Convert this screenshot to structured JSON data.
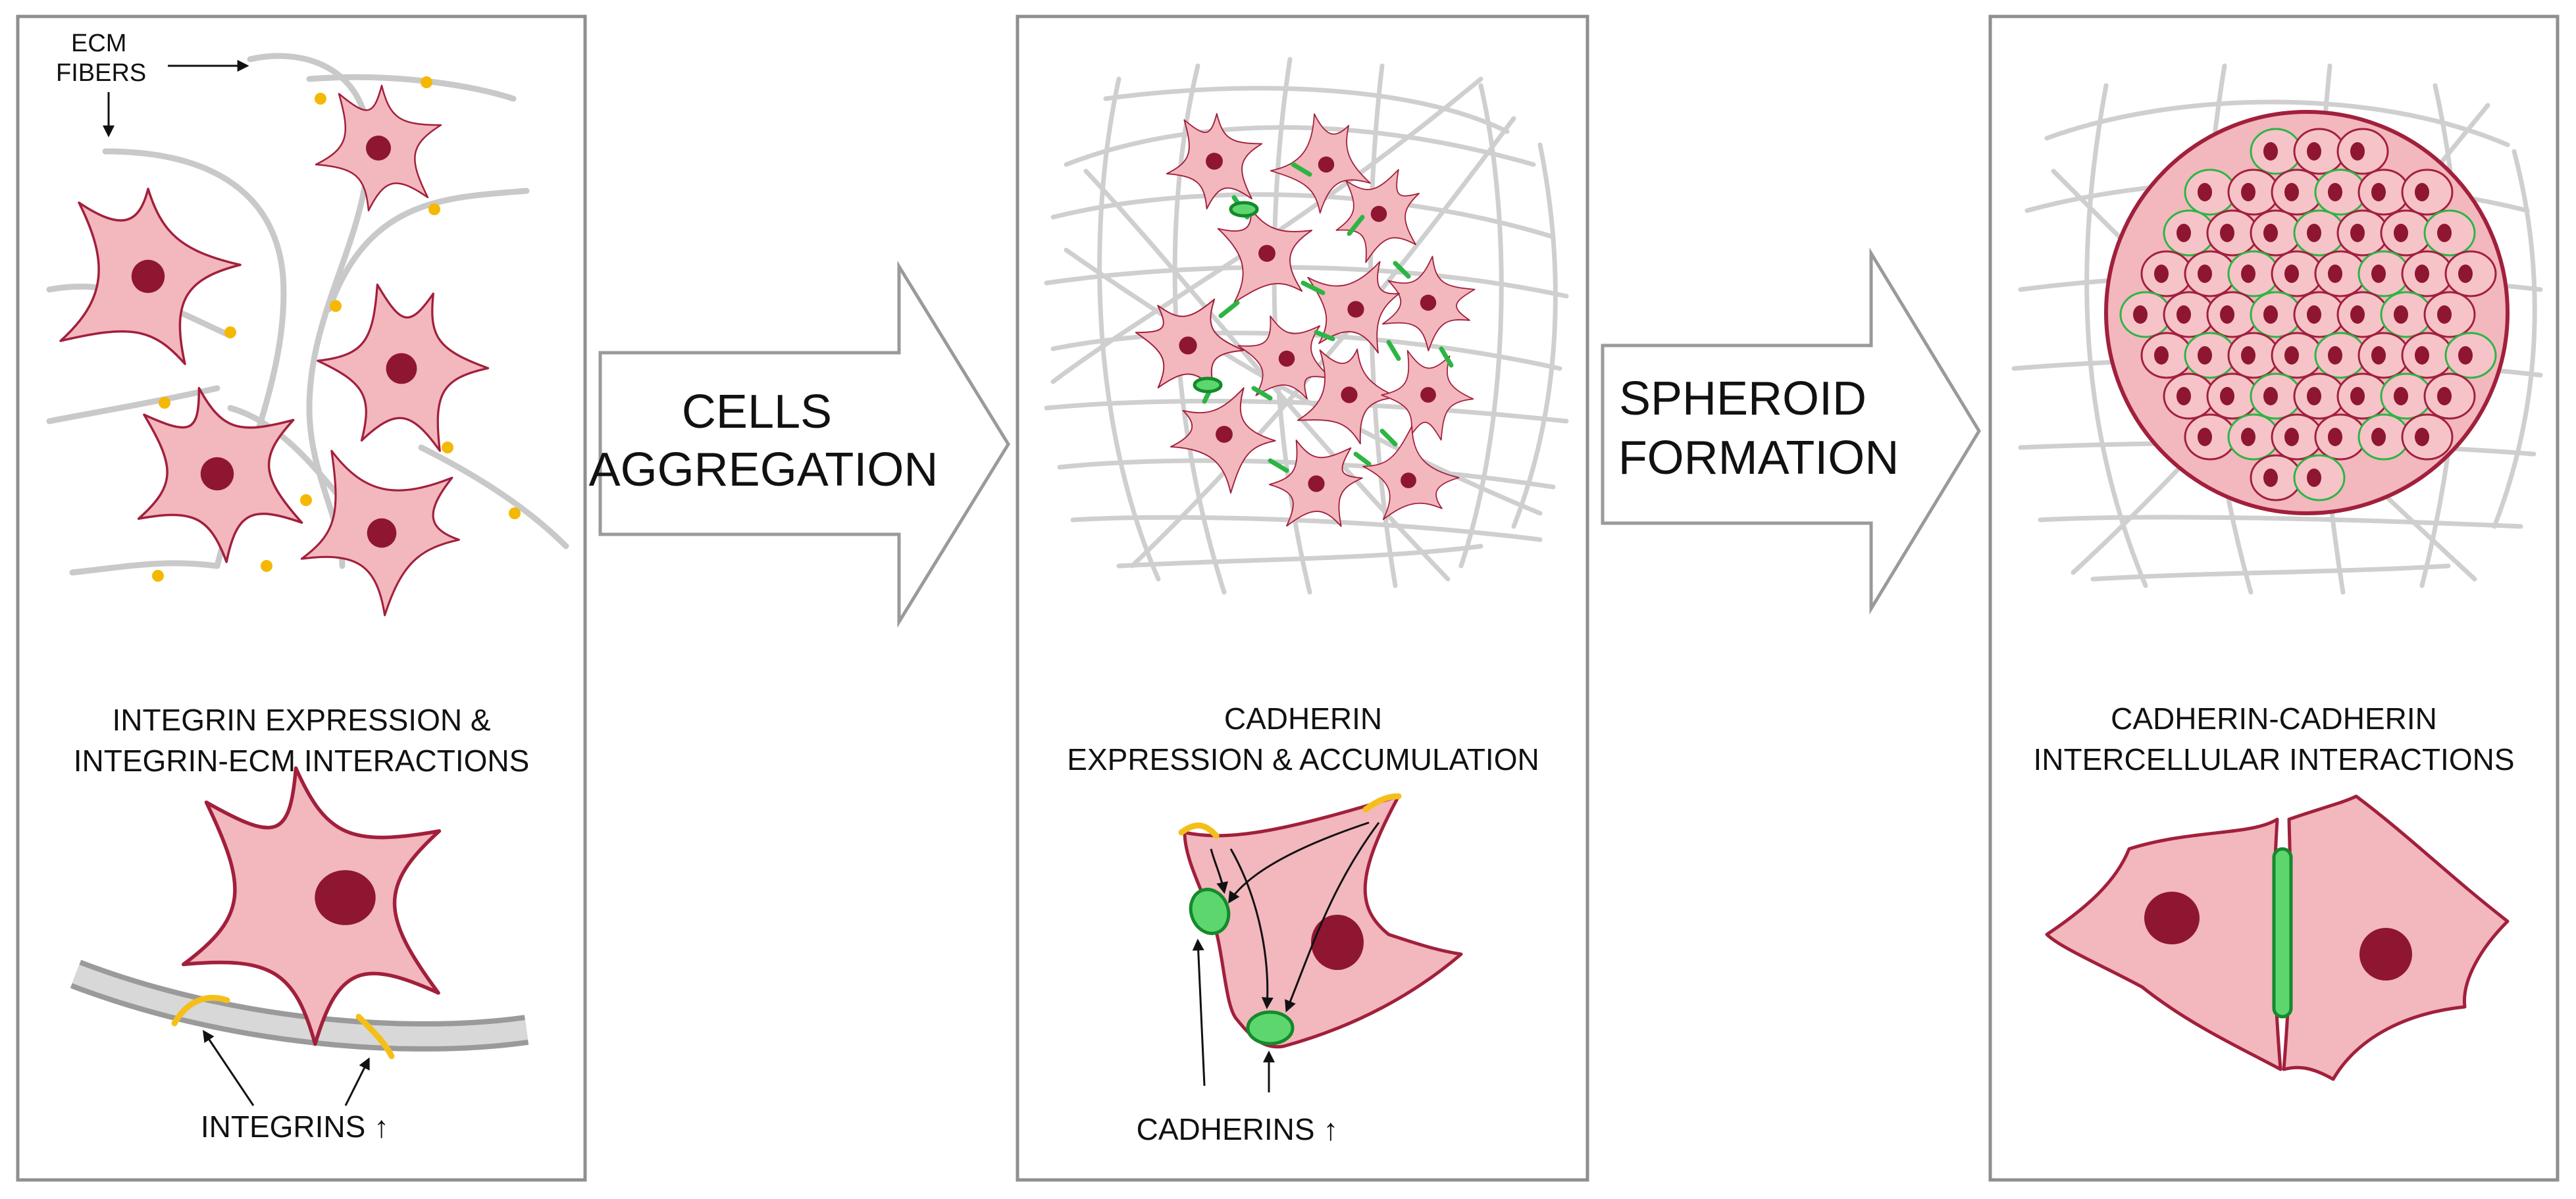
{
  "panel1": {
    "ecm_label_line1": "ECM",
    "ecm_label_line2": "FIBERS",
    "caption_line1": "INTEGRIN EXPRESSION &",
    "caption_line2": "INTEGRIN-ECM INTERACTIONS",
    "integrins_label": "INTEGRINS ↑"
  },
  "arrow1": {
    "line1": "CELLS",
    "line2": "AGGREGATION"
  },
  "panel2": {
    "caption_line1": "CADHERIN",
    "caption_line2": "EXPRESSION & ACCUMULATION",
    "cadherins_label": "CADHERINS ↑"
  },
  "arrow2": {
    "line1": "SPHEROID",
    "line2": "FORMATION"
  },
  "panel3": {
    "caption_line1": "CADHERIN-CADHERIN",
    "caption_line2": "INTERCELLULAR INTERACTIONS"
  },
  "colors": {
    "cell_fill": "#f3b7be",
    "cell_outline": "#a1203c",
    "nucleus": "#8e1631",
    "integrin": "#f5b800",
    "cadherin": "#5ed66e",
    "ecm_fiber": "#c9c9c9"
  }
}
